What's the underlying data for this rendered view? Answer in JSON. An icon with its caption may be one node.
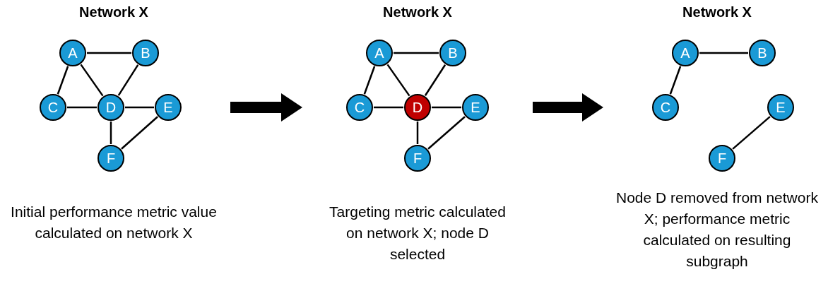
{
  "diagram": {
    "nodes": [
      {
        "text": [
          "Network X",
          "Initial performance metric value calculated on network X"
        ]
      },
      {
        "text": [
          "A"
        ],
        "in": 0
      },
      {
        "text": [
          "B"
        ],
        "in": 0
      },
      {
        "text": [
          "C"
        ],
        "in": 0
      },
      {
        "text": [
          "D"
        ],
        "in": 0
      },
      {
        "text": [
          "E"
        ],
        "in": 0
      },
      {
        "text": [
          "F"
        ],
        "in": 0
      },
      {
        "text": [
          "Network X",
          "Targeting metric calculated on network X; node D selected"
        ]
      },
      {
        "text": [
          "A"
        ],
        "in": 7
      },
      {
        "text": [
          "B"
        ],
        "in": 7
      },
      {
        "text": [
          "C"
        ],
        "in": 7
      },
      {
        "text": [
          "D"
        ],
        "in": 7
      },
      {
        "text": [
          "E"
        ],
        "in": 7
      },
      {
        "text": [
          "F"
        ],
        "in": 7
      },
      {
        "text": [
          "Network X",
          "Node D removed from network X; performance metric calculated on resulting subgraph"
        ]
      },
      {
        "text": [
          "A"
        ],
        "in": 14
      },
      {
        "text": [
          "B"
        ],
        "in": 14
      },
      {
        "text": [
          "C"
        ],
        "in": 14
      },
      {
        "text": [
          "E"
        ],
        "in": 14
      },
      {
        "text": [
          "F"
        ],
        "in": 14
      }
    ],
    "edges": [
      {
        "from": 1,
        "to": 2,
        "arrow": "none"
      },
      {
        "from": 1,
        "to": 3,
        "arrow": "none"
      },
      {
        "from": 1,
        "to": 4,
        "arrow": "none"
      },
      {
        "from": 2,
        "to": 4,
        "arrow": "none"
      },
      {
        "from": 3,
        "to": 4,
        "arrow": "none"
      },
      {
        "from": 4,
        "to": 5,
        "arrow": "none"
      },
      {
        "from": 4,
        "to": 6,
        "arrow": "none"
      },
      {
        "from": 5,
        "to": 6,
        "arrow": "none"
      },
      {
        "from": 0,
        "to": 7,
        "arrow": "to",
        "style": "thick"
      },
      {
        "from": 8,
        "to": 9,
        "arrow": "none"
      },
      {
        "from": 8,
        "to": 10,
        "arrow": "none"
      },
      {
        "from": 8,
        "to": 11,
        "arrow": "none"
      },
      {
        "from": 9,
        "to": 11,
        "arrow": "none"
      },
      {
        "from": 10,
        "to": 11,
        "arrow": "none"
      },
      {
        "from": 11,
        "to": 12,
        "arrow": "none"
      },
      {
        "from": 11,
        "to": 13,
        "arrow": "none"
      },
      {
        "from": 12,
        "to": 13,
        "arrow": "none"
      },
      {
        "from": 7,
        "to": 14,
        "arrow": "to",
        "style": "thick"
      },
      {
        "from": 15,
        "to": 16,
        "arrow": "none"
      },
      {
        "from": 15,
        "to": 17,
        "arrow": "none"
      },
      {
        "from": 18,
        "to": 19,
        "arrow": "none"
      }
    ]
  }
}
